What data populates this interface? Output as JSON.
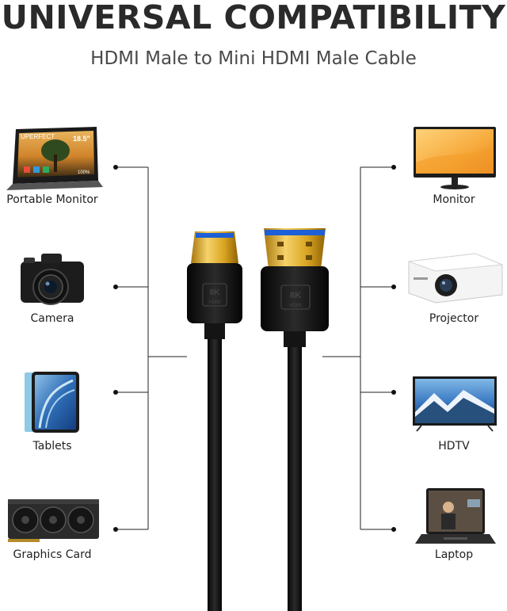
{
  "title": "UNIVERSAL COMPATIBILITY",
  "subtitle": "HDMI Male to Mini HDMI Male Cable",
  "left_devices": [
    {
      "label": "Portable Monitor",
      "icon": "portable-monitor-icon",
      "screen_text": "UPERFECT",
      "size_text": "18.5\"",
      "tag_text": "100%"
    },
    {
      "label": "Camera",
      "icon": "camera-icon"
    },
    {
      "label": "Tablets",
      "icon": "tablet-icon"
    },
    {
      "label": "Graphics Card",
      "icon": "graphics-card-icon"
    }
  ],
  "right_devices": [
    {
      "label": "Monitor",
      "icon": "monitor-icon"
    },
    {
      "label": "Projector",
      "icon": "projector-icon"
    },
    {
      "label": "HDTV",
      "icon": "hdtv-icon"
    },
    {
      "label": "Laptop",
      "icon": "laptop-icon"
    }
  ],
  "cable": {
    "mini_badge": "8K",
    "mini_sub": "HDMI",
    "full_badge": "8K",
    "full_sub": "HDMI",
    "colors": {
      "gold": "#d9a521",
      "black": "#151515",
      "blue": "#1d5fd6"
    }
  }
}
